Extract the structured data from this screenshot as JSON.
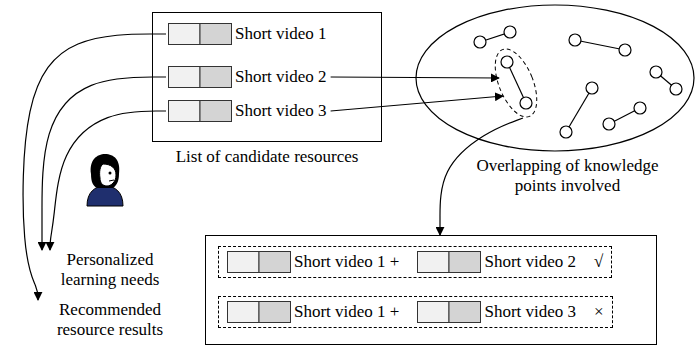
{
  "diagram": {
    "nodes": [
      {
        "text": [
          "List of candidate resources"
        ]
      },
      {
        "text": [
          "Short video 1"
        ],
        "in": 0
      },
      {
        "text": [
          "Short video 2"
        ],
        "in": 0
      },
      {
        "text": [
          "Short video 3"
        ],
        "in": 0
      },
      {
        "text": [
          "Overlapping of knowledge points involved"
        ]
      },
      {
        "text": [
          "Personalized learning needs"
        ]
      },
      {
        "text": [
          "Recommended resource results"
        ]
      },
      {
        "text": []
      },
      {
        "text": [
          "Short video 1 +",
          "Short video 2",
          "√"
        ],
        "in": 7
      },
      {
        "text": [
          "Short video 1 +",
          "Short video 3",
          "×"
        ],
        "in": 7
      }
    ],
    "edges": [
      {
        "from": 1,
        "to": 6,
        "arrow": "to"
      },
      {
        "from": 2,
        "to": 5,
        "arrow": "to"
      },
      {
        "from": 3,
        "to": 5,
        "arrow": "to"
      },
      {
        "from": 2,
        "to": 4,
        "arrow": "to"
      },
      {
        "from": 3,
        "to": 4,
        "arrow": "to"
      },
      {
        "from": 4,
        "to": 7,
        "arrow": "to"
      }
    ]
  }
}
